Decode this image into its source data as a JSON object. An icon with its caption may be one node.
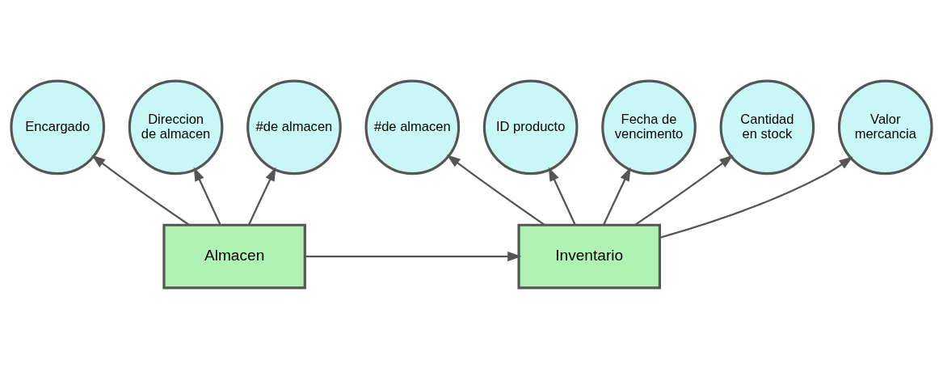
{
  "diagram": {
    "nodes": [
      {
        "text": [
          "Almacen"
        ]
      },
      {
        "text": [
          "Inventario"
        ]
      },
      {
        "text": [
          "Encargado"
        ]
      },
      {
        "text": [
          "Direccion de almacen"
        ]
      },
      {
        "text": [
          "#de almacen"
        ]
      },
      {
        "text": [
          "#de almacen"
        ]
      },
      {
        "text": [
          "ID producto"
        ]
      },
      {
        "text": [
          "Fecha de vencimento"
        ]
      },
      {
        "text": [
          "Cantidad en stock"
        ]
      },
      {
        "text": [
          "Valor mercancia"
        ]
      }
    ],
    "edges": [
      {
        "from": 0,
        "to": 2,
        "arrow": "to"
      },
      {
        "from": 0,
        "to": 3,
        "arrow": "to"
      },
      {
        "from": 0,
        "to": 4,
        "arrow": "to"
      },
      {
        "from": 0,
        "to": 1,
        "arrow": "to"
      },
      {
        "from": 1,
        "to": 5,
        "arrow": "to"
      },
      {
        "from": 1,
        "to": 6,
        "arrow": "to"
      },
      {
        "from": 1,
        "to": 7,
        "arrow": "to"
      },
      {
        "from": 1,
        "to": 8,
        "arrow": "to"
      },
      {
        "from": 1,
        "to": 9,
        "arrow": "to"
      }
    ]
  }
}
